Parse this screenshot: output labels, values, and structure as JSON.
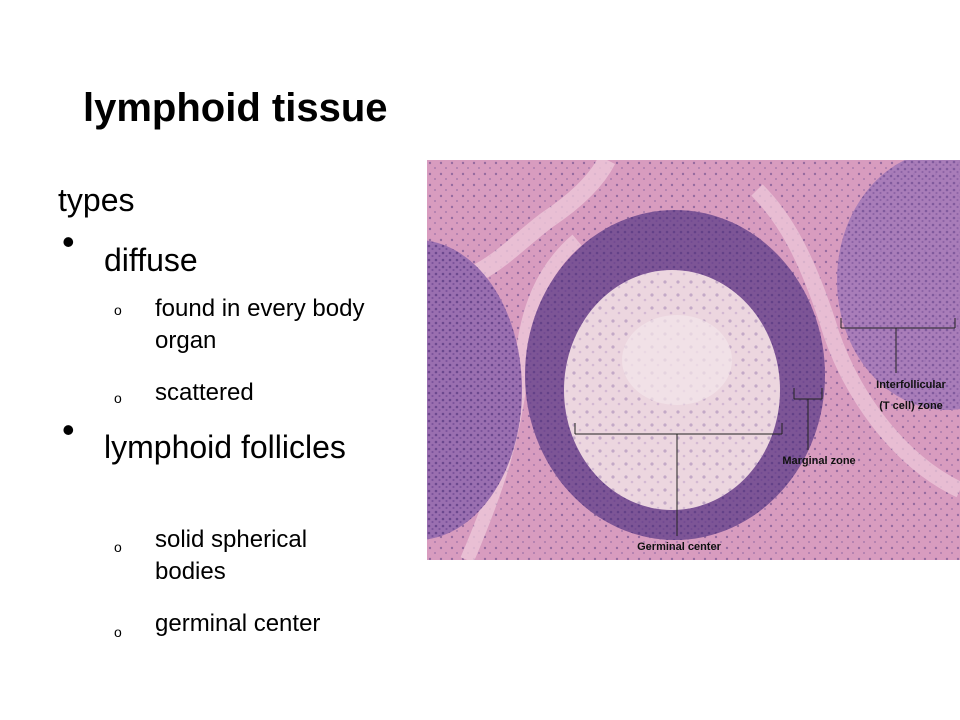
{
  "slide": {
    "title": "lymphoid tissue",
    "heading": "types",
    "bullets": [
      {
        "label": "diffuse",
        "subitems": [
          "found in every body organ",
          "scattered"
        ]
      },
      {
        "label": "lymphoid follicles",
        "subitems": [
          "solid spherical bodies",
          "germinal center"
        ]
      }
    ],
    "bullet_symbol": "•",
    "subbullet_symbol": "o"
  },
  "micrograph": {
    "labels": {
      "interfollicular_line1": "Interfollicular",
      "interfollicular_line2": "(T cell) zone",
      "marginal": "Marginal zone",
      "germinal": "Germinal center"
    },
    "colors": {
      "background": "#d89cbf",
      "dense": "#7d5596",
      "germinal": "#ecd6df",
      "connective": "#eec8da"
    }
  }
}
